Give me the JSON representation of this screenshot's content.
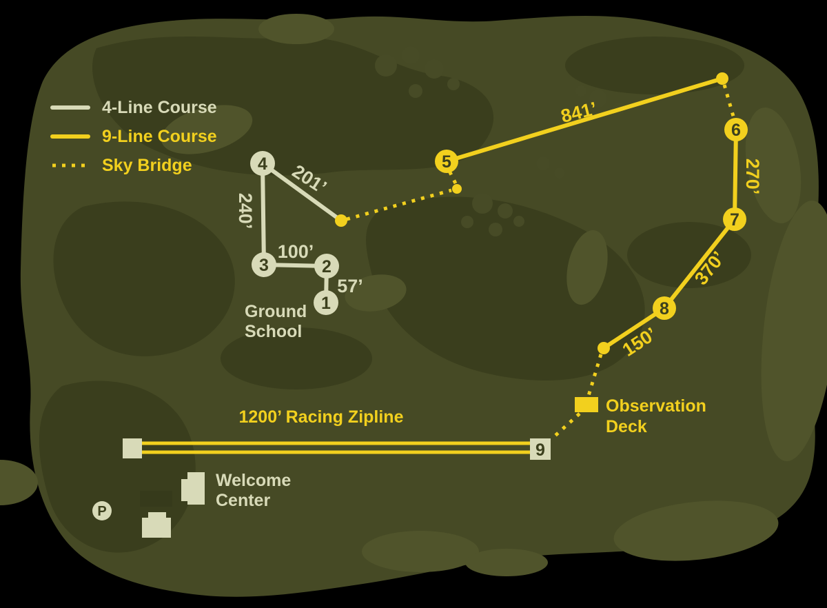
{
  "map": {
    "legend": {
      "items": [
        {
          "id": "four-line-course",
          "label": "4-Line Course",
          "line_style": "solid",
          "color": "#d8dab8"
        },
        {
          "id": "nine-line-course",
          "label": "9-Line Course",
          "line_style": "solid",
          "color": "#f2d01e"
        },
        {
          "id": "sky-bridge",
          "label": "Sky Bridge",
          "line_style": "dotted",
          "color": "#f2d01e"
        }
      ]
    },
    "stations": [
      {
        "label": "1",
        "course": "4-line",
        "marker": "circle"
      },
      {
        "label": "2",
        "course": "4-line",
        "marker": "circle"
      },
      {
        "label": "3",
        "course": "4-line",
        "marker": "circle"
      },
      {
        "label": "4",
        "course": "4-line",
        "marker": "circle"
      },
      {
        "label": "5",
        "course": "9-line",
        "marker": "circle"
      },
      {
        "label": "6",
        "course": "9-line",
        "marker": "circle"
      },
      {
        "label": "7",
        "course": "9-line",
        "marker": "circle"
      },
      {
        "label": "8",
        "course": "9-line",
        "marker": "circle"
      },
      {
        "label": "9",
        "course": "9-line",
        "marker": "square"
      }
    ],
    "distances": [
      {
        "id": "seg-4-3",
        "text": "240’",
        "course": "4-line"
      },
      {
        "id": "seg-4-dot",
        "text": "201’",
        "course": "4-line"
      },
      {
        "id": "seg-3-2",
        "text": "100’",
        "course": "4-line"
      },
      {
        "id": "seg-2-1",
        "text": "57’",
        "course": "4-line"
      },
      {
        "id": "seg-5-dot",
        "text": "841’",
        "course": "9-line"
      },
      {
        "id": "seg-6-7",
        "text": "270’",
        "course": "9-line"
      },
      {
        "id": "seg-7-8",
        "text": "370’",
        "course": "9-line"
      },
      {
        "id": "seg-8-dot",
        "text": "150’",
        "course": "9-line"
      }
    ],
    "places": {
      "ground_school": {
        "line1": "Ground",
        "line2": "School"
      },
      "welcome_center": {
        "line1": "Welcome",
        "line2": "Center"
      },
      "observation_deck": {
        "line1": "Observation",
        "line2": "Deck"
      },
      "parking": {
        "label": "P"
      },
      "racing_zipline": {
        "label": "1200’ Racing Zipline"
      }
    },
    "colors": {
      "background": "#000000",
      "terrain_base": "#464a25",
      "terrain_dark": "#3a3e1d",
      "terrain_light": "#50542b",
      "road": "#363a1b",
      "pale": "#d8dab8",
      "yellow": "#f2d01e",
      "marker_text": "#3c401d"
    }
  }
}
